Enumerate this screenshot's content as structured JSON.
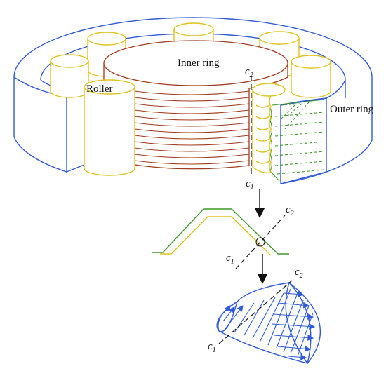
{
  "labels": {
    "inner_ring": "Inner ring",
    "roller": "Roller",
    "outer_ring": "Outer ring"
  },
  "axis": {
    "c": "c",
    "sub1": "1",
    "sub2": "2"
  },
  "colors": {
    "outer_ring": "#2f5bd8",
    "inner_ring": "#a23a1e",
    "roller": "#e0c21a",
    "contact_green": "#3c9a2a",
    "contact_yellow": "#e0c21a",
    "pressure_fill": "#2f5bd8",
    "axis_line": "#111111"
  }
}
